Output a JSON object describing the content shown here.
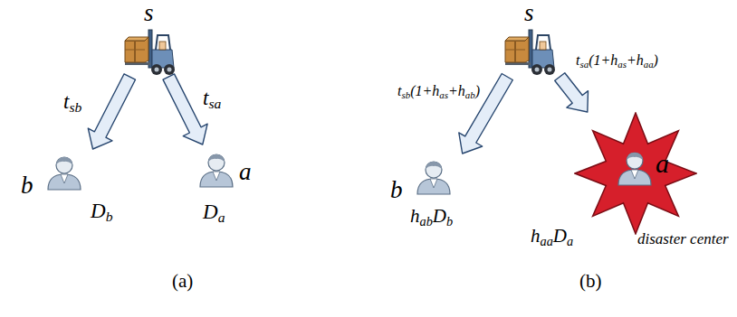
{
  "diagram": {
    "nodes": [
      {
        "text": [
          "s"
        ]
      },
      {
        "text": [
          "b",
          "Db"
        ]
      },
      {
        "text": [
          "a",
          "Da"
        ]
      },
      {
        "text": [
          "s"
        ]
      },
      {
        "text": [
          "b",
          "habDb"
        ]
      },
      {
        "text": [
          "a",
          "disaster center",
          "haaDa"
        ]
      }
    ],
    "edges": [
      {
        "from": 0,
        "to": 1,
        "arrow": "to",
        "label": "tsb"
      },
      {
        "from": 0,
        "to": 2,
        "arrow": "to",
        "label": "tsa"
      },
      {
        "from": 3,
        "to": 4,
        "arrow": "to",
        "label": "tsb(1+has+hab)"
      },
      {
        "from": 3,
        "to": 5,
        "arrow": "to",
        "label": "tsa(1+has+haa)"
      }
    ],
    "labels": [
      "(a)",
      "(b)"
    ]
  }
}
